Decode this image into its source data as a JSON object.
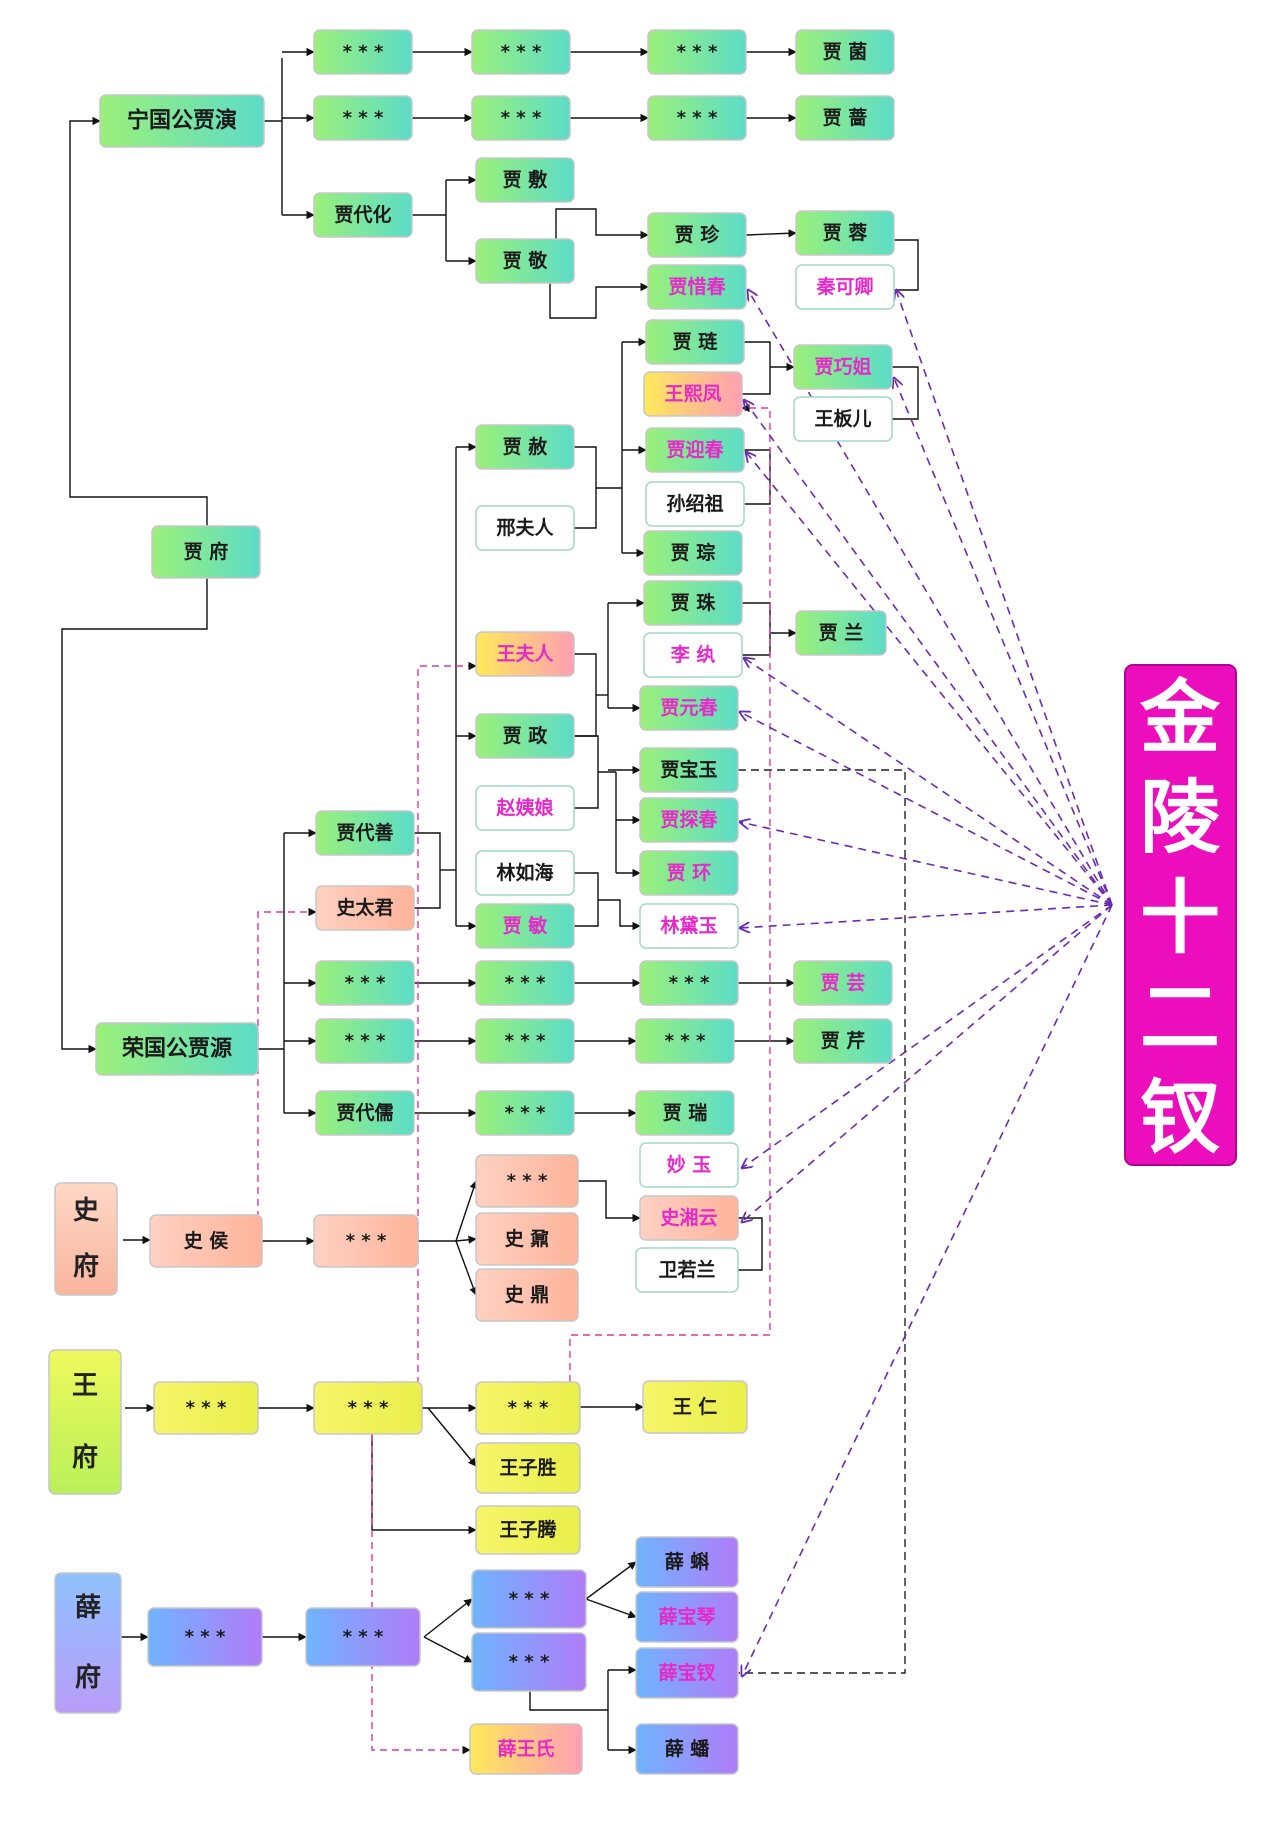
{
  "title": "金陵十二钗",
  "colors": {
    "magenta": "#ec0dbd",
    "pink_text": "#e629c8",
    "arrow_purple": "#6a2bb0",
    "spouse_dash": "#e0399f",
    "black": "#111111",
    "grad_green": [
      "#9bf07a",
      "#5cdcc8"
    ],
    "grad_gold": [
      "#ffe95a",
      "#ff9fb3"
    ],
    "grad_peach": [
      "#ffd1c2",
      "#ffb39a"
    ],
    "grad_yellow": [
      "#f7f56a",
      "#e9ef4a"
    ],
    "grad_blue": [
      "#6fb4ff",
      "#b07cf8"
    ],
    "shi_side": [
      "#ffd8c6",
      "#f9b59e"
    ],
    "wang_side": [
      "#eef95c",
      "#b9f05a"
    ],
    "xue_side": [
      "#8fc2ff",
      "#b89cf7"
    ]
  },
  "houses": [
    {
      "id": "shifu",
      "label": "史府",
      "style": "shi_side"
    },
    {
      "id": "wangfu",
      "label": "王府",
      "style": "wang_side"
    },
    {
      "id": "xuefu",
      "label": "薛府",
      "style": "xue_side"
    }
  ],
  "nodes": [
    {
      "id": "ningguo",
      "label": "宁国公贾演",
      "style": "green"
    },
    {
      "id": "jiafu",
      "label": "贾 府",
      "style": "green"
    },
    {
      "id": "rongguo",
      "label": "荣国公贾源",
      "style": "green"
    },
    {
      "id": "n_r1a",
      "label": "* * *",
      "style": "green"
    },
    {
      "id": "n_r1b",
      "label": "* * *",
      "style": "green"
    },
    {
      "id": "n_r1c",
      "label": "* * *",
      "style": "green"
    },
    {
      "id": "jiajun",
      "label": "贾 菌",
      "style": "green"
    },
    {
      "id": "n_r2a",
      "label": "* * *",
      "style": "green"
    },
    {
      "id": "n_r2b",
      "label": "* * *",
      "style": "green"
    },
    {
      "id": "n_r2c",
      "label": "* * *",
      "style": "green"
    },
    {
      "id": "jiaqiang",
      "label": "贾 蔷",
      "style": "green"
    },
    {
      "id": "jiadaihua",
      "label": "贾代化",
      "style": "green"
    },
    {
      "id": "jiafu2",
      "label": "贾 敷",
      "style": "green"
    },
    {
      "id": "jiajing",
      "label": "贾 敬",
      "style": "green"
    },
    {
      "id": "jiazhen",
      "label": "贾 珍",
      "style": "green"
    },
    {
      "id": "jiaxichun",
      "label": "贾惜春",
      "style": "green",
      "pink": true
    },
    {
      "id": "jiarong",
      "label": "贾 蓉",
      "style": "green"
    },
    {
      "id": "qinkeqing",
      "label": "秦可卿",
      "style": "white",
      "pink": true
    },
    {
      "id": "jialian",
      "label": "贾 琏",
      "style": "green"
    },
    {
      "id": "wangxifeng",
      "label": "王熙凤",
      "style": "gold",
      "pink": true
    },
    {
      "id": "jiaqiaojie",
      "label": "贾巧姐",
      "style": "green",
      "pink": true
    },
    {
      "id": "wangbaner",
      "label": "王板儿",
      "style": "white"
    },
    {
      "id": "jiashe",
      "label": "贾 赦",
      "style": "green"
    },
    {
      "id": "xingfuren",
      "label": "邢夫人",
      "style": "white"
    },
    {
      "id": "jiayingchun",
      "label": "贾迎春",
      "style": "green",
      "pink": true
    },
    {
      "id": "sunshaozu",
      "label": "孙绍祖",
      "style": "white"
    },
    {
      "id": "jiacong",
      "label": "贾 琮",
      "style": "green"
    },
    {
      "id": "jiazhu",
      "label": "贾 珠",
      "style": "green"
    },
    {
      "id": "liwan",
      "label": "李 纨",
      "style": "white",
      "pink": true
    },
    {
      "id": "jialan",
      "label": "贾 兰",
      "style": "green"
    },
    {
      "id": "wangfuren",
      "label": "王夫人",
      "style": "gold",
      "pink": true
    },
    {
      "id": "jiayuanchun",
      "label": "贾元春",
      "style": "green",
      "pink": true
    },
    {
      "id": "jiazheng",
      "label": "贾 政",
      "style": "green"
    },
    {
      "id": "jiabaoyu",
      "label": "贾宝玉",
      "style": "green"
    },
    {
      "id": "zhaoyiniang",
      "label": "赵姨娘",
      "style": "white",
      "pink": true
    },
    {
      "id": "jiatanchun",
      "label": "贾探春",
      "style": "green",
      "pink": true
    },
    {
      "id": "jiahuan",
      "label": "贾 环",
      "style": "green",
      "pink": true
    },
    {
      "id": "jiadaishan",
      "label": "贾代善",
      "style": "green"
    },
    {
      "id": "shitaijun",
      "label": "史太君",
      "style": "peach"
    },
    {
      "id": "linruhai",
      "label": "林如海",
      "style": "white"
    },
    {
      "id": "jiamin",
      "label": "贾 敏",
      "style": "green",
      "pink": true
    },
    {
      "id": "lindaiyu",
      "label": "林黛玉",
      "style": "white",
      "pink": true
    },
    {
      "id": "n_g1a",
      "label": "* * *",
      "style": "green"
    },
    {
      "id": "n_g1b",
      "label": "* * *",
      "style": "green"
    },
    {
      "id": "n_g1c",
      "label": "* * *",
      "style": "green"
    },
    {
      "id": "jiayun",
      "label": "贾 芸",
      "style": "green",
      "pink": true
    },
    {
      "id": "n_g2a",
      "label": "* * *",
      "style": "green"
    },
    {
      "id": "n_g2b",
      "label": "* * *",
      "style": "green"
    },
    {
      "id": "n_g2c",
      "label": "* * *",
      "style": "green"
    },
    {
      "id": "jiaqin",
      "label": "贾 芹",
      "style": "green"
    },
    {
      "id": "jiadairu",
      "label": "贾代儒",
      "style": "green"
    },
    {
      "id": "n_g3a",
      "label": "* * *",
      "style": "green"
    },
    {
      "id": "jiarui",
      "label": "贾 瑞",
      "style": "green"
    },
    {
      "id": "miaoyu",
      "label": "妙 玉",
      "style": "white",
      "pink": true
    },
    {
      "id": "shihou",
      "label": "史 侯",
      "style": "peach"
    },
    {
      "id": "n_s1",
      "label": "* * *",
      "style": "peach"
    },
    {
      "id": "n_s2",
      "label": "* * *",
      "style": "peach"
    },
    {
      "id": "shinai",
      "label": "史 鼐",
      "style": "peach"
    },
    {
      "id": "shiding",
      "label": "史 鼎",
      "style": "peach"
    },
    {
      "id": "shixiangyun",
      "label": "史湘云",
      "style": "peach",
      "pink": true
    },
    {
      "id": "weiruolan",
      "label": "卫若兰",
      "style": "white"
    },
    {
      "id": "n_w1",
      "label": "* * *",
      "style": "yellow"
    },
    {
      "id": "n_w2",
      "label": "* * *",
      "style": "yellow"
    },
    {
      "id": "n_w3",
      "label": "* * *",
      "style": "yellow"
    },
    {
      "id": "wangren",
      "label": "王 仁",
      "style": "yellow"
    },
    {
      "id": "wangzisheng",
      "label": "王子胜",
      "style": "yellow"
    },
    {
      "id": "wangziteng",
      "label": "王子腾",
      "style": "yellow"
    },
    {
      "id": "n_x1",
      "label": "* * *",
      "style": "blue"
    },
    {
      "id": "n_x2",
      "label": "* * *",
      "style": "blue"
    },
    {
      "id": "n_x3",
      "label": "* * *",
      "style": "blue"
    },
    {
      "id": "n_x4",
      "label": "* * *",
      "style": "blue"
    },
    {
      "id": "xueke",
      "label": "薛 蝌",
      "style": "blue"
    },
    {
      "id": "xuebaoqin",
      "label": "薛宝琴",
      "style": "blue",
      "pink": true
    },
    {
      "id": "xuebaochai",
      "label": "薛宝钗",
      "style": "blue",
      "pink": true
    },
    {
      "id": "xuepan",
      "label": "薛 蟠",
      "style": "blue"
    },
    {
      "id": "xuewangshi",
      "label": "薛王氏",
      "style": "gold",
      "pink": true
    }
  ],
  "twelve": [
    "jiaxichun",
    "qinkeqing",
    "wangxifeng",
    "jiaqiaojie",
    "jiayingchun",
    "liwan",
    "jiayuanchun",
    "jiatanchun",
    "lindaiyu",
    "miaoyu",
    "shixiangyun",
    "xuebaochai"
  ]
}
